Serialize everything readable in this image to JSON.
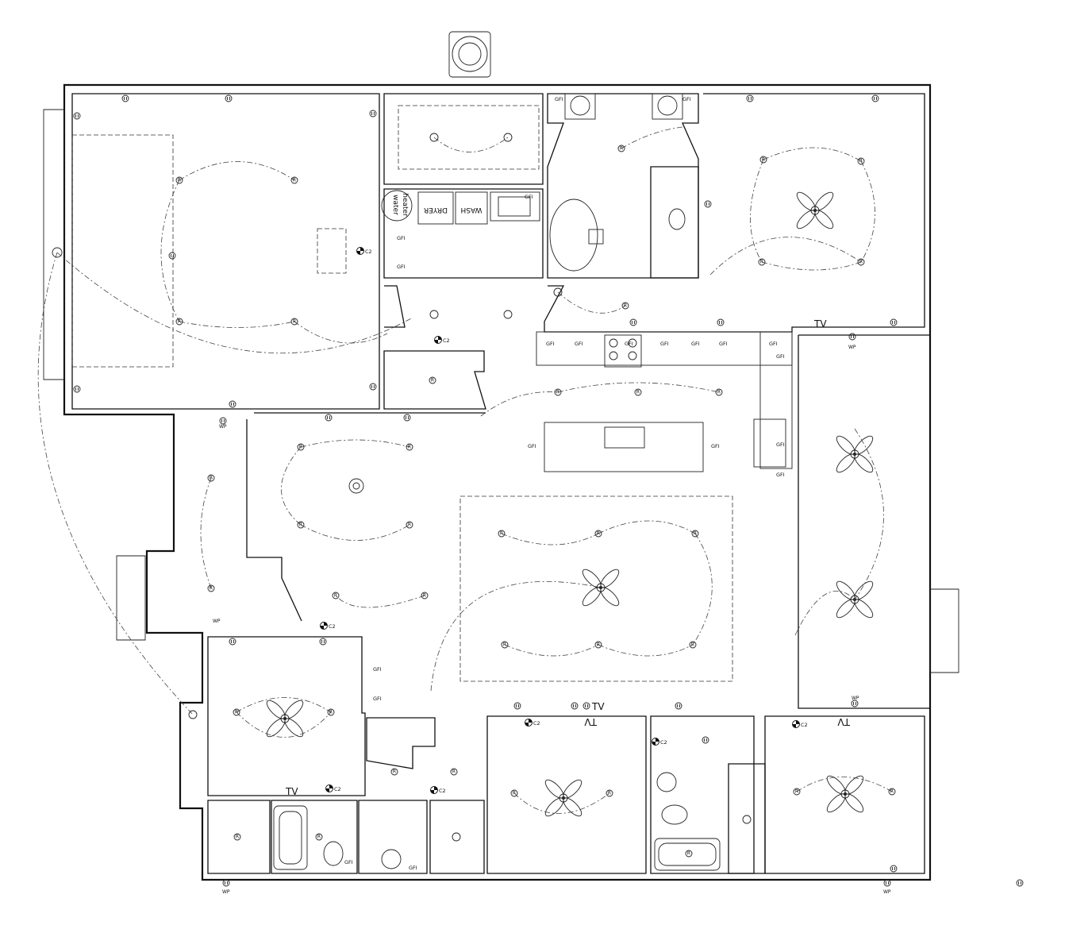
{
  "symbols": {
    "recessed": "R",
    "gfi": "GFI",
    "wp": "WP",
    "c2": "C2",
    "tv": "TV"
  },
  "appliances": {
    "dryer": "DRYER",
    "wash": "WASH",
    "water_heater_l1": "water",
    "water_heater_l2": "heater"
  }
}
